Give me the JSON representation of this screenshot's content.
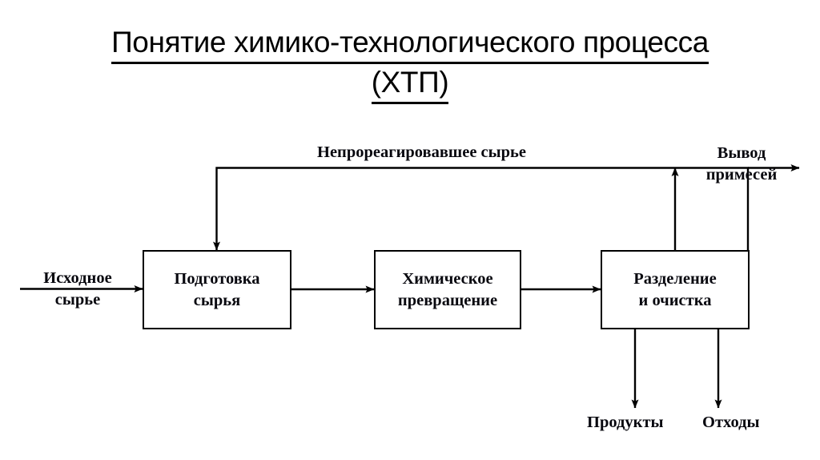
{
  "title": {
    "line1": "Понятие химико-технологического процесса",
    "line2": "(ХТП)"
  },
  "colors": {
    "background": "#ffffff",
    "stroke": "#000000",
    "text": "#08080f"
  },
  "diagram": {
    "type": "process-flow-diagram",
    "boxes": [
      {
        "id": "preparation",
        "label_line1": "Подготовка",
        "label_line2": "сырья"
      },
      {
        "id": "reaction",
        "label_line1": "Химическое",
        "label_line2": "превращение"
      },
      {
        "id": "separation",
        "label_line1": "Разделение",
        "label_line2": "и очистка"
      }
    ],
    "labels": {
      "feed_line1": "Исходное",
      "feed_line2": "сырье",
      "recycle": "Непрореагировавшее сырье",
      "purge_line1": "Вывод",
      "purge_line2": "примесей",
      "products": "Продукты",
      "waste": "Отходы"
    },
    "flows": [
      {
        "from": "feed",
        "to": "preparation",
        "label": "Исходное сырье"
      },
      {
        "from": "preparation",
        "to": "reaction",
        "label": ""
      },
      {
        "from": "reaction",
        "to": "separation",
        "label": ""
      },
      {
        "from": "separation",
        "to": "preparation",
        "label": "Непрореагировавшее сырье"
      },
      {
        "from": "separation",
        "to": "purge",
        "label": "Вывод примесей"
      },
      {
        "from": "separation",
        "to": "products",
        "label": "Продукты"
      },
      {
        "from": "separation",
        "to": "waste",
        "label": "Отходы"
      }
    ]
  }
}
